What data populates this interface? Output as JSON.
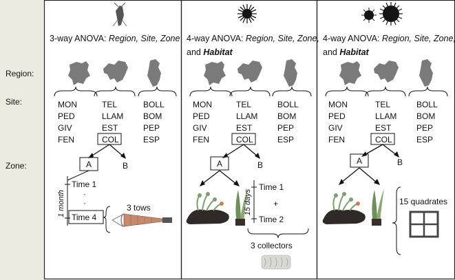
{
  "row_labels": {
    "region": "Region:",
    "site": "Site:",
    "zone": "Zone:"
  },
  "panels": [
    {
      "title_prefix": "3-way ANOVA: ",
      "title_terms": "Region, Site, Zone",
      "title_terms_2": "",
      "title_and": "",
      "title_habitat": "",
      "organism_icon": "shrimp-larva-icon",
      "sites": [
        [
          "MON",
          "PED",
          "GIV",
          "FEN"
        ],
        [
          "TEL",
          "LLAM",
          "EST",
          "COL"
        ],
        [
          "BOLL",
          "BOM",
          "PEP",
          "ESP"
        ]
      ],
      "zones": [
        "A",
        "B"
      ],
      "times": [
        "Time 1",
        "·",
        "·",
        "Time 4"
      ],
      "duration": "1 month",
      "samples": "3 tows",
      "sampler_icon": "plankton-net-icon"
    },
    {
      "title_prefix": "4-way ANOVA: ",
      "title_terms": "Region, Site, Zone,",
      "title_and": "and ",
      "title_habitat": "Habitat",
      "organism_icon": "sea-urchin-larva-icon",
      "sites": [
        [
          "MON",
          "PED",
          "GIV",
          "FEN"
        ],
        [
          "TEL",
          "LLAM",
          "EST",
          "COL"
        ],
        [
          "BOLL",
          "BOM",
          "PEP",
          "ESP"
        ]
      ],
      "zones": [
        "A",
        "B"
      ],
      "times": [
        "Time 1",
        "+",
        "Time 2"
      ],
      "duration": "15 days",
      "samples": "3 collectors",
      "sampler_icon": "collector-rope-icon"
    },
    {
      "title_prefix": "4-way ANOVA: ",
      "title_terms": "Region, Site, Zone,",
      "title_and": "and ",
      "title_habitat": "Habitat",
      "organism_icon": "sea-urchins-icon",
      "sites": [
        [
          "MON",
          "PED",
          "GIV",
          "FEN"
        ],
        [
          "TEL",
          "LLAM",
          "EST",
          "COL"
        ],
        [
          "BOLL",
          "BOM",
          "PEP",
          "ESP"
        ]
      ],
      "zones": [
        "A",
        "B"
      ],
      "samples": "15 quadrates",
      "sampler_icon": "quadrat-grid-icon"
    }
  ],
  "colors": {
    "sidebar": "#ecebe0",
    "map": "#7a7a7a",
    "rock": "#2f2a28",
    "net": "#c8886a",
    "kelp": "#7aa26a",
    "urchin": "#151515"
  }
}
